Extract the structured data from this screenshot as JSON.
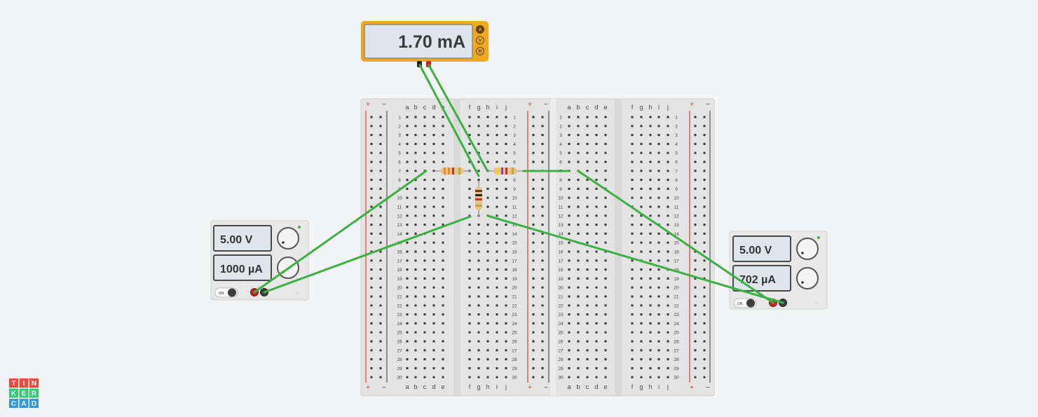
{
  "multimeter": {
    "reading": "1.70 mA",
    "modes": [
      {
        "key": "A",
        "active": true
      },
      {
        "key": "V",
        "active": false
      },
      {
        "key": "R",
        "active": false
      }
    ]
  },
  "breadboard": {
    "rail_plus": "+",
    "rail_minus": "−",
    "columns_left": [
      "a",
      "b",
      "c",
      "d",
      "e"
    ],
    "columns_right": [
      "f",
      "g",
      "h",
      "i",
      "j"
    ],
    "row_count": 30
  },
  "power_supply_left": {
    "voltage": "5.00 V",
    "current": "1000 µA",
    "power_switch": "ON"
  },
  "power_supply_right": {
    "voltage": "5.00 V",
    "current": "702 µA",
    "power_switch": "ON"
  },
  "logo": {
    "letters": [
      "T",
      "I",
      "N",
      "K",
      "E",
      "R",
      "C",
      "A",
      "D"
    ],
    "colors": [
      "#e74c3c",
      "#e74c3c",
      "#e74c3c",
      "#2ecc71",
      "#2ecc71",
      "#2ecc71",
      "#3498db",
      "#3498db",
      "#3498db"
    ]
  },
  "colors": {
    "wire": "#3cb043",
    "multimeter_frame": "#f0a81d",
    "lcd_bg": "#dfe6ea",
    "rail_red": "#d33a3a",
    "rail_dark": "#555555"
  }
}
